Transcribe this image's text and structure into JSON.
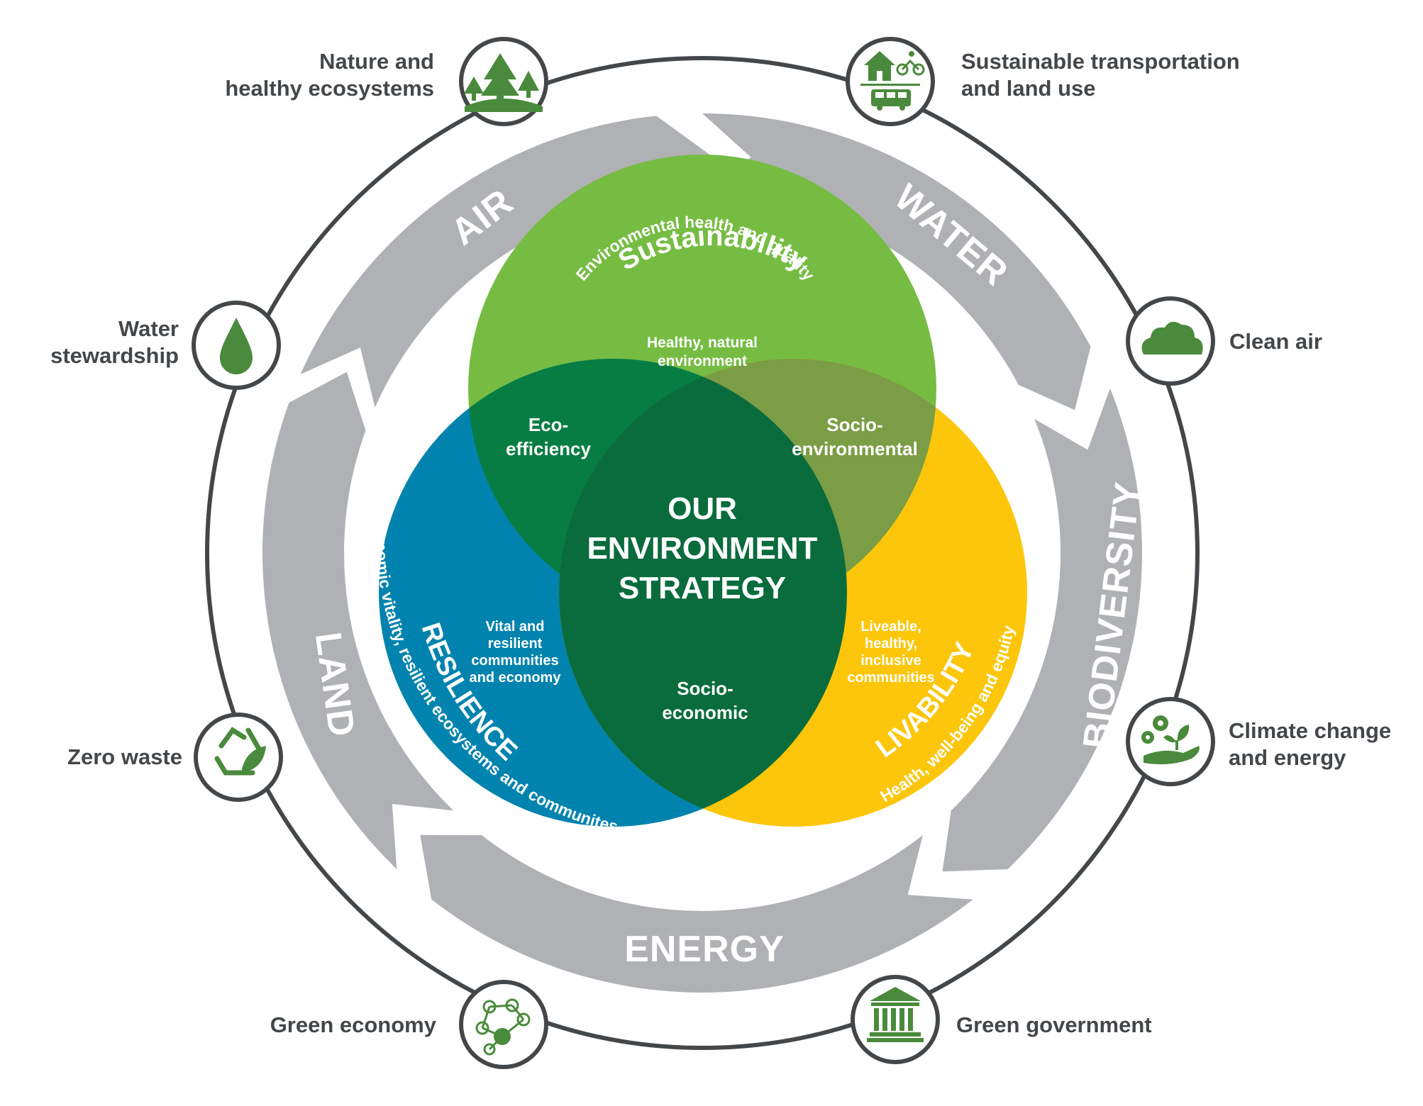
{
  "center": {
    "line1": "OUR",
    "line2": "ENVIRONMENT",
    "line3": "STRATEGY"
  },
  "circles": {
    "sustainability": {
      "title": "Sustainability",
      "subtitle": "Environmental health and quality",
      "inner_line1": "Healthy, natural",
      "inner_line2": "environment",
      "color": "#76bc43"
    },
    "resilience": {
      "title": "RESILIENCE",
      "subtitle": "Economic vitality, resilient ecosystems and communites",
      "inner_line1": "Vital and",
      "inner_line2": "resilient",
      "inner_line3": "communities",
      "inner_line4": "and economy",
      "color": "#0083ae"
    },
    "livability": {
      "title": "LIVABILITY",
      "subtitle": "Health, well-being and equity",
      "inner_line1": "Liveable,",
      "inner_line2": "healthy,",
      "inner_line3": "inclusive",
      "inner_line4": "communities",
      "color": "#fdc60a"
    }
  },
  "overlaps": {
    "eco_line1": "Eco-",
    "eco_line2": "efficiency",
    "socioenv_line1": "Socio-",
    "socioenv_line2": "environmental",
    "socioecon_line1": "Socio-",
    "socioecon_line2": "economic",
    "center_color": "#0a6c3c"
  },
  "ring_segments": {
    "air": "AIR",
    "water": "WATER",
    "biodiversity": "BIODIVERSITY",
    "energy": "ENERGY",
    "land": "LAND",
    "color": "#b0b1b4"
  },
  "goals": {
    "nature_line1": "Nature and",
    "nature_line2": "healthy ecosystems",
    "transport_line1": "Sustainable transportation",
    "transport_line2": "and land use",
    "water_line1": "Water",
    "water_line2": "stewardship",
    "clean_air": "Clean air",
    "zero_waste": "Zero waste",
    "climate_line1": "Climate change",
    "climate_line2": "and energy",
    "green_economy": "Green economy",
    "green_government": "Green government",
    "icon_color": "#4a8a3c"
  },
  "icons": {
    "nature": "trees-icon",
    "transport": "house-bike-bus-icon",
    "water": "water-drop-icon",
    "air": "cloud-icon",
    "waste": "recycle-icon",
    "climate": "gears-hand-plant-icon",
    "economy": "network-people-icon",
    "government": "government-building-icon"
  }
}
